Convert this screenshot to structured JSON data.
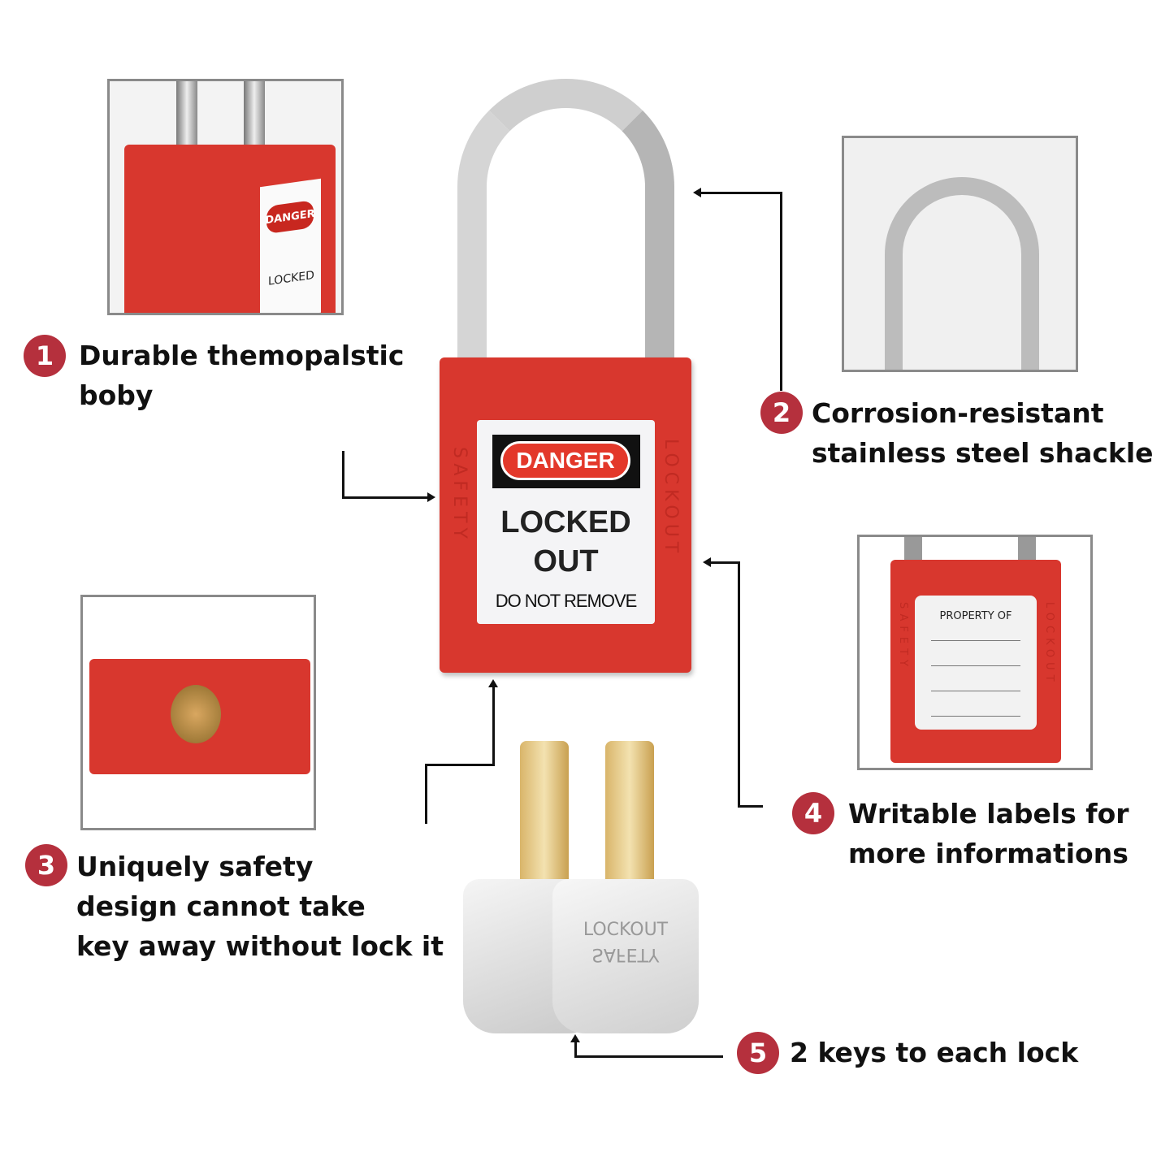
{
  "colors": {
    "accent": "#b5303d",
    "lock_red": "#d8372e"
  },
  "padlock": {
    "side_left": "SAFETY",
    "side_right": "LOCKOUT",
    "label": {
      "danger": "DANGER",
      "line1": "LOCKED",
      "line2": "OUT",
      "line3": "DO NOT REMOVE"
    }
  },
  "insets": {
    "body": {
      "danger": "DANGER",
      "locked": "LOCKED"
    },
    "label": {
      "title": "PROPERTY OF",
      "side_left": "SAFETY",
      "side_right": "LOCKOUT"
    }
  },
  "keys": {
    "text1": "LOCKOUT",
    "text2": "SAFETY"
  },
  "features": [
    {
      "num": "1",
      "lines": [
        "Durable themopalstic",
        "boby"
      ]
    },
    {
      "num": "2",
      "lines": [
        "Corrosion-resistant",
        "stainless steel shackle"
      ]
    },
    {
      "num": "3",
      "lines": [
        "Uniquely safety",
        "design cannot take",
        "key away without lock it"
      ]
    },
    {
      "num": "4",
      "lines": [
        "Writable labels for",
        "more informations"
      ]
    },
    {
      "num": "5",
      "lines": [
        "2 keys to each lock"
      ]
    }
  ]
}
